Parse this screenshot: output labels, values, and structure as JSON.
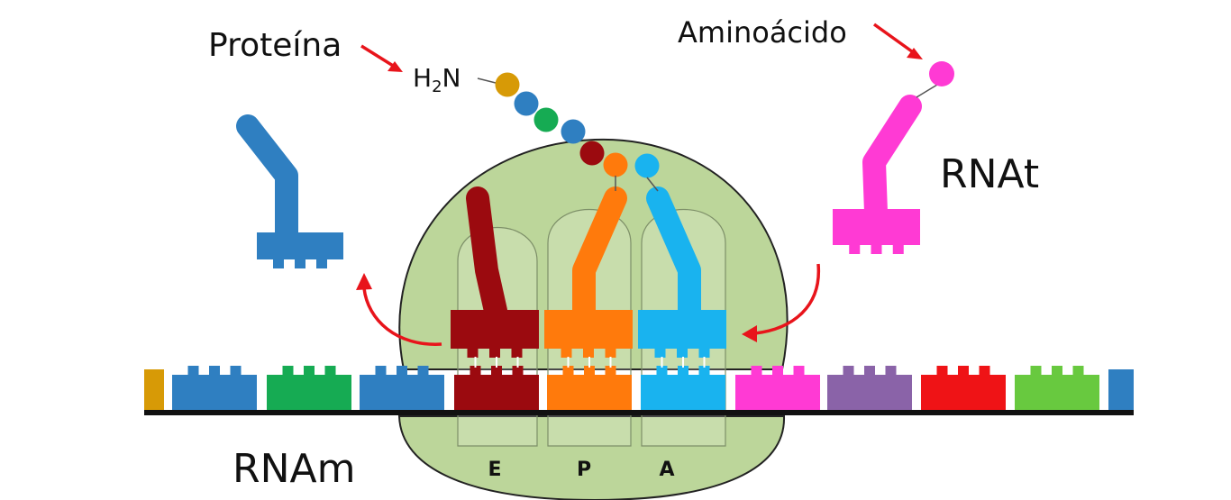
{
  "labels": {
    "protein": "Proteína",
    "amino_acid": "Aminoácido",
    "trna": "RNAt",
    "mrna": "RNAm",
    "h2n_main": "H",
    "h2n_sub": "2",
    "h2n_tail": "N"
  },
  "sites": [
    "E",
    "P",
    "A"
  ],
  "colors": {
    "ribosome_fill": "#bcd69a",
    "ribosome_stroke": "#222222",
    "arrow": "#e8141b",
    "trna_exiting": "#2f7fc1",
    "trna_e": "#9b0a0f",
    "trna_p": "#ff7a0c",
    "trna_a": "#19b3ef",
    "trna_incoming": "#ff3ad4"
  },
  "mrna_codon_colors": [
    "#d79a06",
    "#2f7fc1",
    "#16ab53",
    "#2f7fc1",
    "#9b0a0f",
    "#ff7a0c",
    "#19b3ef",
    "#ff3ad4",
    "#8a63a8",
    "#ef1316",
    "#68c93f",
    "#2f7fc1"
  ],
  "protein_chain_colors": [
    "#d79a06",
    "#2f7fc1",
    "#16ab53",
    "#2f7fc1",
    "#9b0a0f",
    "#ff7a0c",
    "#19b3ef"
  ]
}
